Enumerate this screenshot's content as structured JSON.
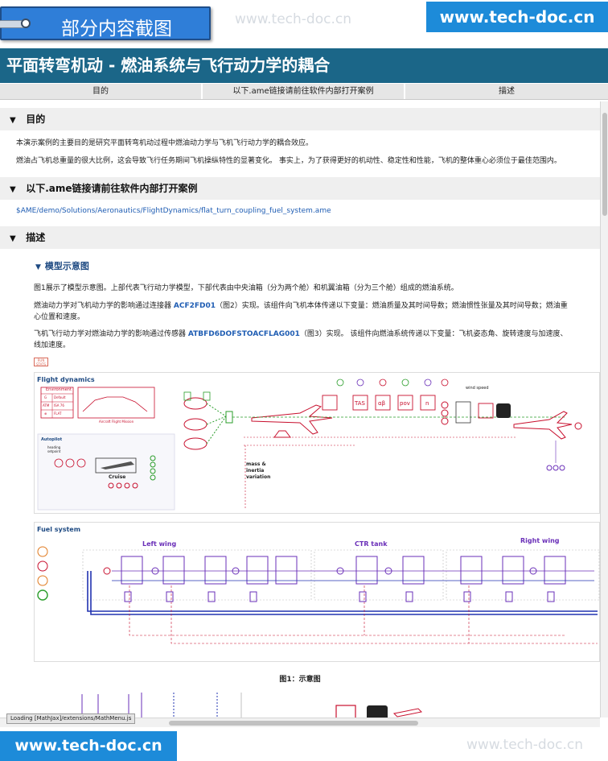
{
  "watermark": {
    "badge_left": "部分内容截图",
    "faint_top": "www.tech-doc.cn",
    "badge_right": "www.tech-doc.cn",
    "badge_bottom": "www.tech-doc.cn",
    "faint_bottom": "www.tech-doc.cn",
    "badge_color": "#1d8bd9"
  },
  "page": {
    "title": "平面转弯机动 - 燃油系统与飞行动力学的耦合",
    "header_color": "#1b6688"
  },
  "tabs": [
    {
      "label": "目的"
    },
    {
      "label": "以下.ame链接请前往软件内部打开案例"
    },
    {
      "label": "描述"
    }
  ],
  "sections": {
    "purpose": {
      "heading": "目的",
      "paragraphs": [
        "本演示案例的主要目的是研究平面转弯机动过程中燃油动力学与飞机飞行动力学的耦合效应。",
        "燃油占飞机总重量的很大比例，这会导致飞行任务期间飞机操纵特性的显著变化。 事实上，为了获得更好的机动性、稳定性和性能，飞机的整体重心必须位于最佳范围内。"
      ]
    },
    "link": {
      "heading": "以下.ame链接请前往软件内部打开案例",
      "path": "$AME/demo/Solutions/Aeronautics/FlightDynamics/flat_turn_coupling_fuel_system.ame"
    },
    "description": {
      "heading": "描述",
      "subheading": "模型示意图",
      "p1": "图1展示了模型示意图。上部代表飞行动力学模型，下部代表由中央油箱（分为两个舱）和机翼油箱（分为三个舱）组成的燃油系统。",
      "p2_pre": "燃油动力学对飞机动力学的影响通过连接器 ",
      "p2_code": "ACF2FD01",
      "p2_post": "（图2）实现。该组件向飞机本体传递以下变量：燃油质量及其时间导数；燃油惯性张量及其时间导数；燃油重心位置和速度。",
      "p3_pre": "飞机飞行动力学对燃油动力学的影响通过传感器 ",
      "p3_code": "ATBFD6DOFSTOACFLAG001",
      "p3_post": "（图3）实现。 该组件向燃油系统传递以下变量：飞机姿态角、旋转速度与加速度、线加速度。",
      "run_badge": "RUN STATS"
    }
  },
  "diagram": {
    "flight_panel_title": "Flight dynamics",
    "environment_label": "Environment",
    "env_rows": [
      "Default",
      "ISA 76",
      "FLAT"
    ],
    "env_row_tags": [
      "G",
      "ATM",
      "⊕"
    ],
    "mission_label": "Aircraft Flight Mission",
    "autopilot_label": "Autopilot",
    "autopilot_setpoint": "heading setpoint",
    "cruise_label": "Cruise",
    "mass_note": [
      "mass &",
      "inertia",
      "variation"
    ],
    "wind_label": "wind speed",
    "sensor_labels": [
      "TAS",
      "αβ",
      "pov",
      "n"
    ],
    "fuel_panel_title": "Fuel system",
    "left_wing": "Left wing",
    "ctr_tank": "CTR tank",
    "right_wing": "Right wing",
    "caption": "图1：示意图"
  },
  "status": {
    "loading": "Loading [MathJax]/extensions/MathMenu.js"
  },
  "colors": {
    "diagram_red": "#c8102e",
    "diagram_purple": "#6a2fb8",
    "diagram_blue": "#2233b0",
    "diagram_green": "#2a9d2a"
  }
}
